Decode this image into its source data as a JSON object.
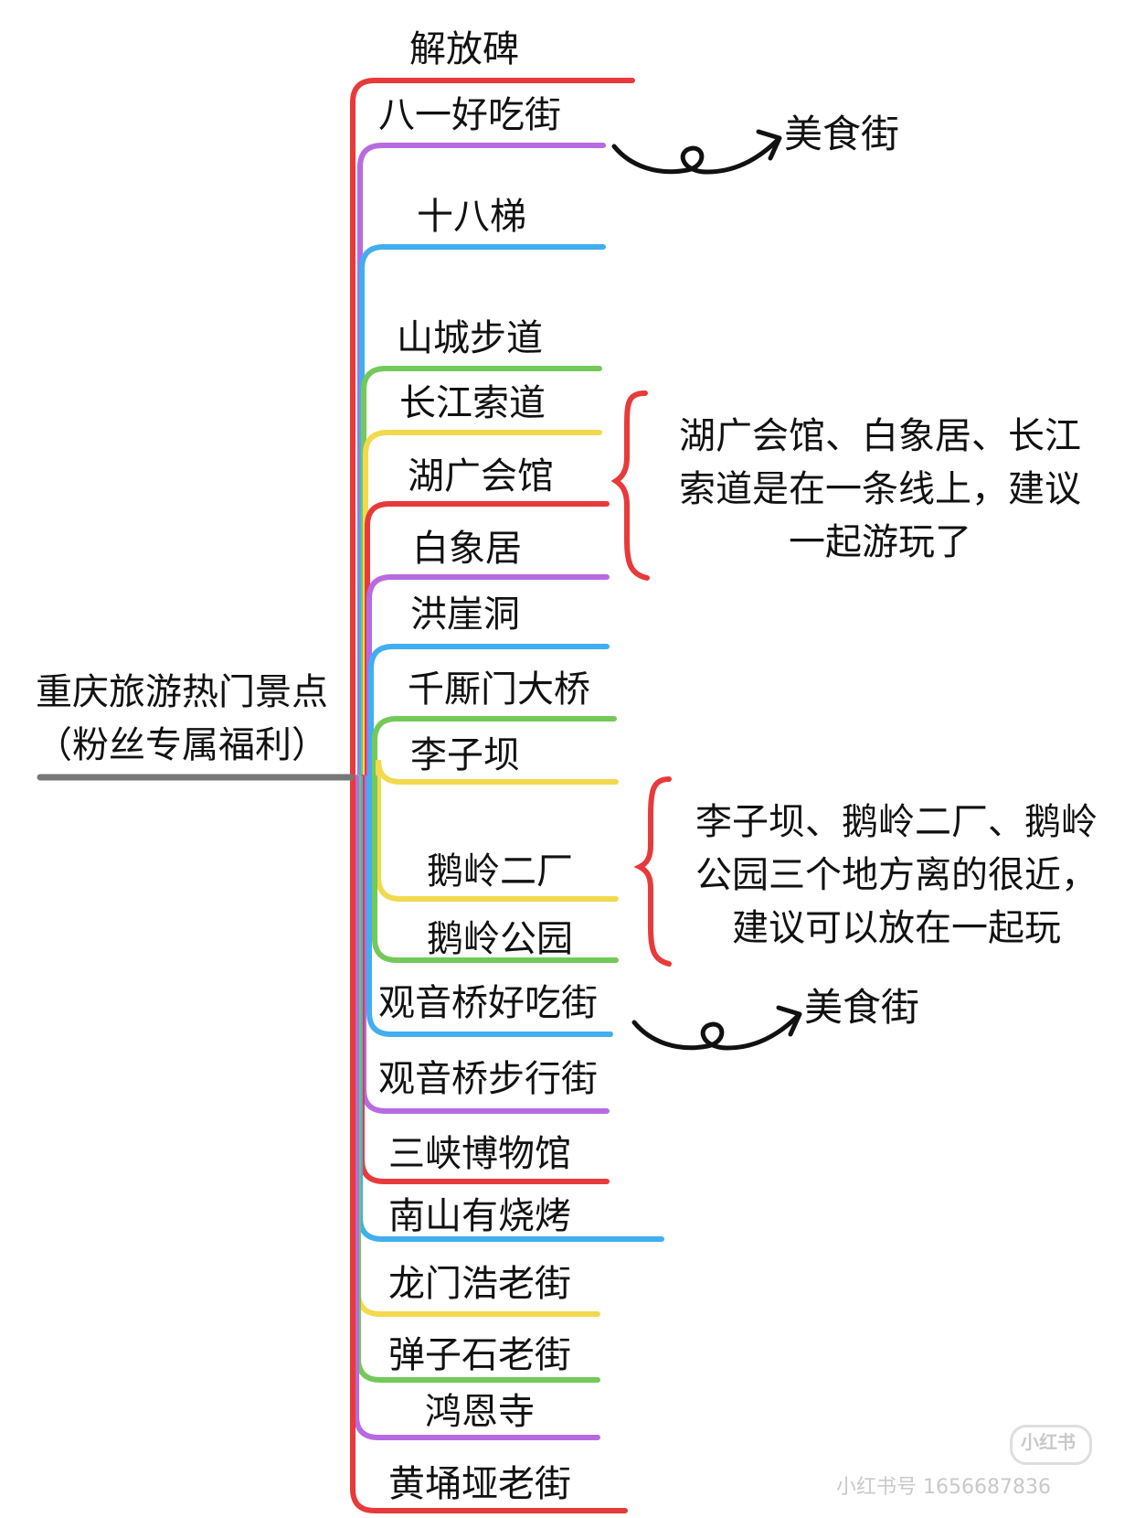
{
  "root": {
    "line1": "重庆旅游热门景点",
    "line2": "（粉丝专属福利）"
  },
  "spots": [
    {
      "name": "解放碑",
      "color": "#e83a3a"
    },
    {
      "name": "八一好吃街",
      "color": "#b86ae0"
    },
    {
      "name": "十八梯",
      "color": "#41aef0"
    },
    {
      "name": "山城步道",
      "color": "#73c95a"
    },
    {
      "name": "长江索道",
      "color": "#f2d94e"
    },
    {
      "name": "湖广会馆",
      "color": "#e83a3a"
    },
    {
      "name": "白象居",
      "color": "#b86ae0"
    },
    {
      "name": "洪崖洞",
      "color": "#41aef0"
    },
    {
      "name": "千厮门大桥",
      "color": "#73c95a"
    },
    {
      "name": "李子坝",
      "color": "#f2d94e"
    },
    {
      "name": "鹅岭二厂",
      "color": "#f2d94e"
    },
    {
      "name": "鹅岭公园",
      "color": "#73c95a"
    },
    {
      "name": "观音桥好吃街",
      "color": "#41aef0"
    },
    {
      "name": "观音桥步行街",
      "color": "#b86ae0"
    },
    {
      "name": "三峡博物馆",
      "color": "#e83a3a"
    },
    {
      "name": "南山有烧烤",
      "color": "#41aef0"
    },
    {
      "name": "龙门浩老街",
      "color": "#f2d94e"
    },
    {
      "name": "弹子石老街",
      "color": "#73c95a"
    },
    {
      "name": "鸿恩寺",
      "color": "#b86ae0"
    },
    {
      "name": "黄埇垭老街",
      "color": "#e83a3a"
    }
  ],
  "tags": {
    "food1": "美食街",
    "food2": "美食街"
  },
  "notes": {
    "group1": {
      "l1": "湖广会馆、白象居、长江",
      "l2": "索道是在一条线上，建议",
      "l3": "一起游玩了"
    },
    "group2": {
      "l1": "李子坝、鹅岭二厂、鹅岭",
      "l2": "公园三个地方离的很近，",
      "l3": "建议可以放在一起玩"
    }
  },
  "watermark": {
    "logo": "小红书",
    "id_text": "小红书号 1656687836"
  },
  "colors": {
    "red": "#e83a3a",
    "purple": "#b86ae0",
    "blue": "#41aef0",
    "green": "#73c95a",
    "yellow": "#f2d94e",
    "root_line": "#777777"
  }
}
